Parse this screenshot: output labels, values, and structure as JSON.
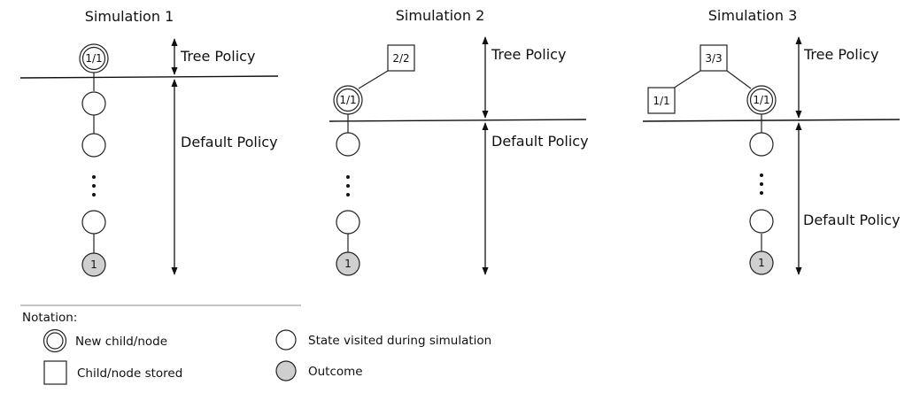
{
  "simulations": [
    {
      "title": "Simulation 1",
      "tree_policy_label": "Tree Policy",
      "default_policy_label": "Default Policy",
      "new_node_label": "1/1",
      "outcome_label": "1"
    },
    {
      "title": "Simulation 2",
      "tree_policy_label": "Tree Policy",
      "default_policy_label": "Default Policy",
      "stored_node_label": "2/2",
      "new_node_label": "1/1",
      "outcome_label": "1"
    },
    {
      "title": "Simulation 3",
      "tree_policy_label": "Tree Policy",
      "default_policy_label": "Default Policy",
      "stored_root_label": "3/3",
      "stored_child_label": "1/1",
      "new_node_label": "1/1",
      "outcome_label": "1"
    }
  ],
  "notation": {
    "title": "Notation:",
    "new_node": "New child/node",
    "stored_node": "Child/node stored",
    "state_visited": "State visited during simulation",
    "outcome": "Outcome"
  }
}
